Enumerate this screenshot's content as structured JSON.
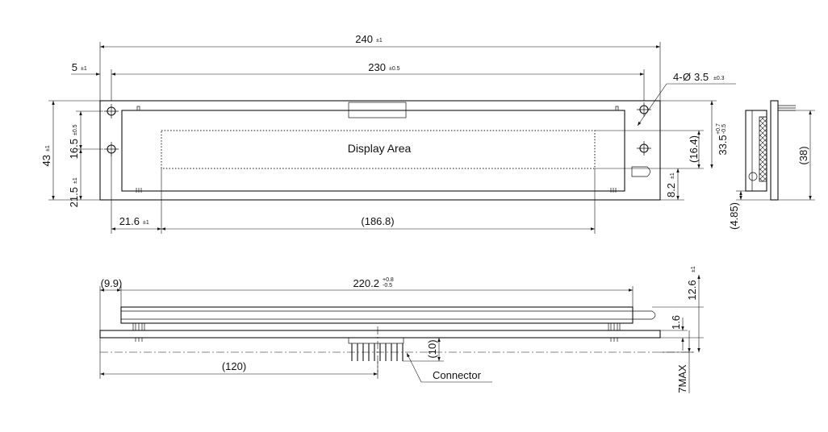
{
  "front_view": {
    "overall_width": "240",
    "overall_width_tol": "±1",
    "hole_pitch": "230",
    "hole_pitch_tol": "±0.5",
    "left_offset": "5",
    "left_offset_tol": "±1",
    "holes_prefix": "4-",
    "holes_phi": "Ø",
    "holes_value": "3.5",
    "holes_tol": "±0.3",
    "display_area_label": "Display Area",
    "height_total": "43",
    "height_total_tol": "±1",
    "hole_to_hole_v": "16.5",
    "hole_to_hole_v_tol": "±0.5",
    "lower_height": "21.5",
    "lower_height_tol": "±1",
    "display_height": "(16.4)",
    "display_to_top": "33.5",
    "display_to_top_tol_upper": "+0.7",
    "display_to_top_tol_lower": "-0.5",
    "bottom_offset": "8.2",
    "bottom_offset_tol": "±1",
    "display_left": "21.6",
    "display_left_tol": "±1",
    "display_width": "(186.8)"
  },
  "side_view": {
    "total_depth": "(38)",
    "pin_offset": "(4.85)"
  },
  "bottom_view": {
    "left_clear": "(9.9)",
    "glass_length": "220.2",
    "glass_length_tol_upper": "+0.8",
    "glass_length_tol_lower": "-0.5",
    "total_height": "12.6",
    "total_height_tol": "±1",
    "pcb_thickness": "1.6",
    "pin_length": "(10)",
    "connector_position": "(120)",
    "max_height": "7MAX",
    "connector_label": "Connector"
  }
}
